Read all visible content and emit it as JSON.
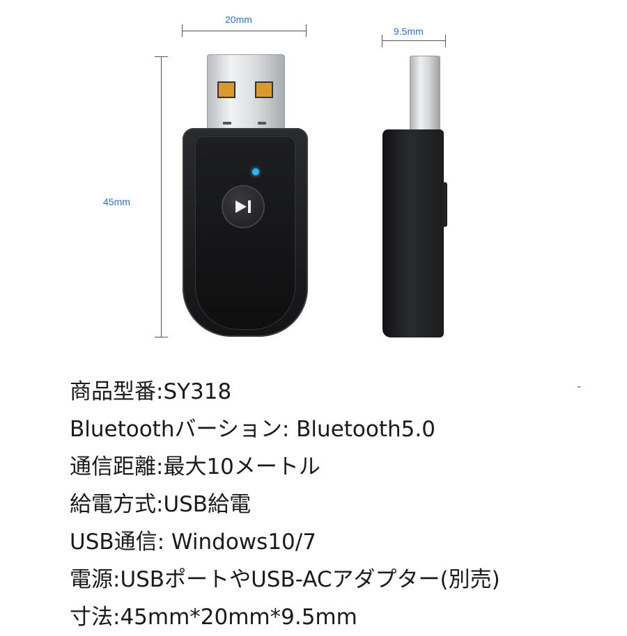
{
  "dimensions": {
    "width_front": "20mm",
    "width_side": "9.5mm",
    "height": "45mm"
  },
  "icons": {
    "play_pause": "play-pause-icon",
    "led": "led-indicator"
  },
  "colors": {
    "dimension_text": "#2e6fc4",
    "led": "#2fb3ff",
    "body": "#1a1a1c"
  },
  "specs": [
    "商品型番:SY318",
    "Bluetoothバーション: Bluetooth5.0",
    "通信距離:最大10メートル",
    "給電方式:USB給電",
    "USB通信: Windows10/7",
    "電源:USBポートやUSB-ACアダプター(別売)",
    "寸法:45mm*20mm*9.5mm"
  ]
}
